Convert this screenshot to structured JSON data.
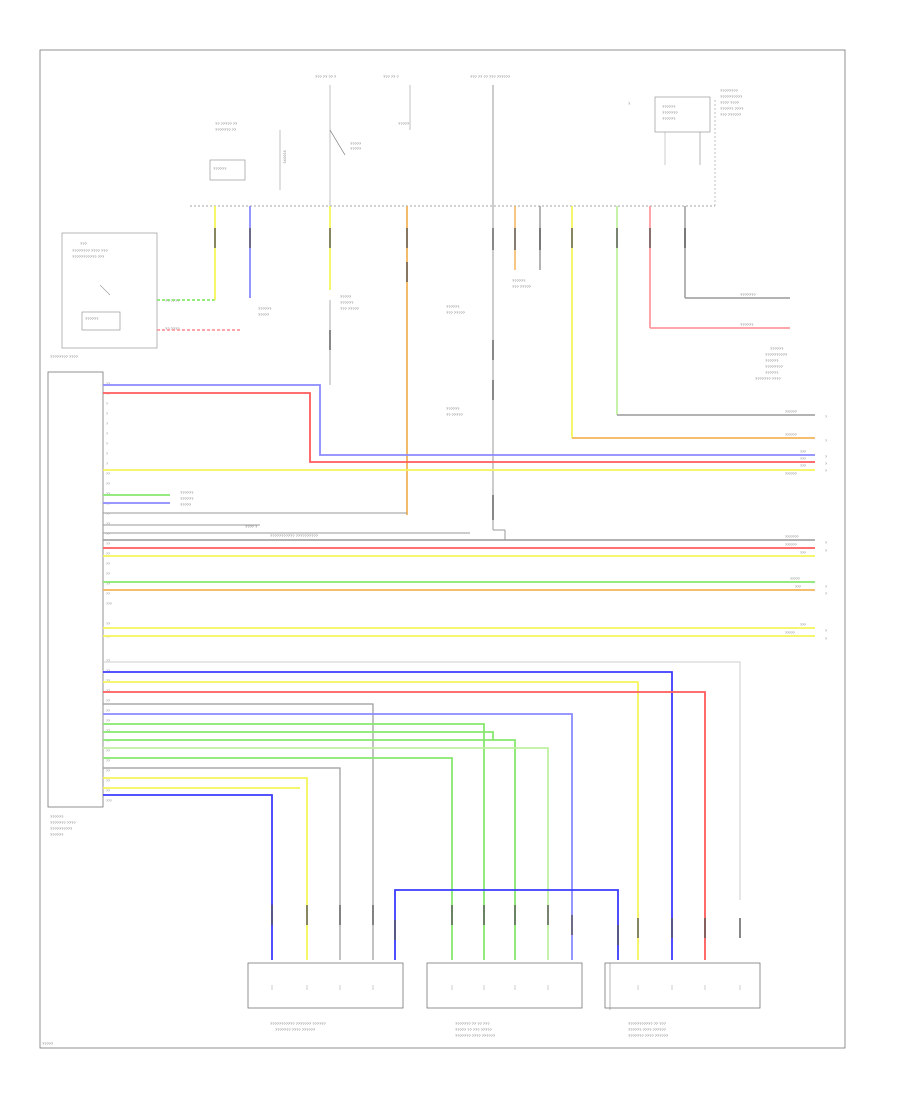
{
  "diagram": {
    "page_ref": "?????",
    "ecu": {
      "header_label": "???????? ????",
      "caption": [
        "??????",
        "??????? ????",
        "??????????",
        "??????"
      ]
    },
    "top_feeds": [
      "??? ?? ?? ?",
      "??? ?? ?",
      "??? ?? ?? ??? ??????"
    ],
    "modules": [
      {
        "id": "m1",
        "caption": [
          "??????????? ??????? ??????",
          "??????? ???? ??????"
        ]
      },
      {
        "id": "m2",
        "caption": [
          "??????? ?? ?? ???",
          "????? ?? ??? ?????",
          "??????? ???? ??????"
        ]
      },
      {
        "id": "m3",
        "caption": [
          "??????????? ?? ???",
          "?????? ???? ??????",
          "??????? ???? ??????"
        ]
      }
    ],
    "right_notes": [
      "?????????",
      "?????????",
      "??????",
      "????????"
    ],
    "wire_colors": {
      "blue": "#3b3bff",
      "red": "#ff5b5b",
      "yellow": "#f5f55a",
      "green": "#86e86e",
      "orange": "#f2b45a",
      "grey": "#9a9a9a",
      "lightblue": "#8a8aff",
      "pink": "#ff9aa0",
      "lightgreen": "#bff0a0"
    }
  }
}
